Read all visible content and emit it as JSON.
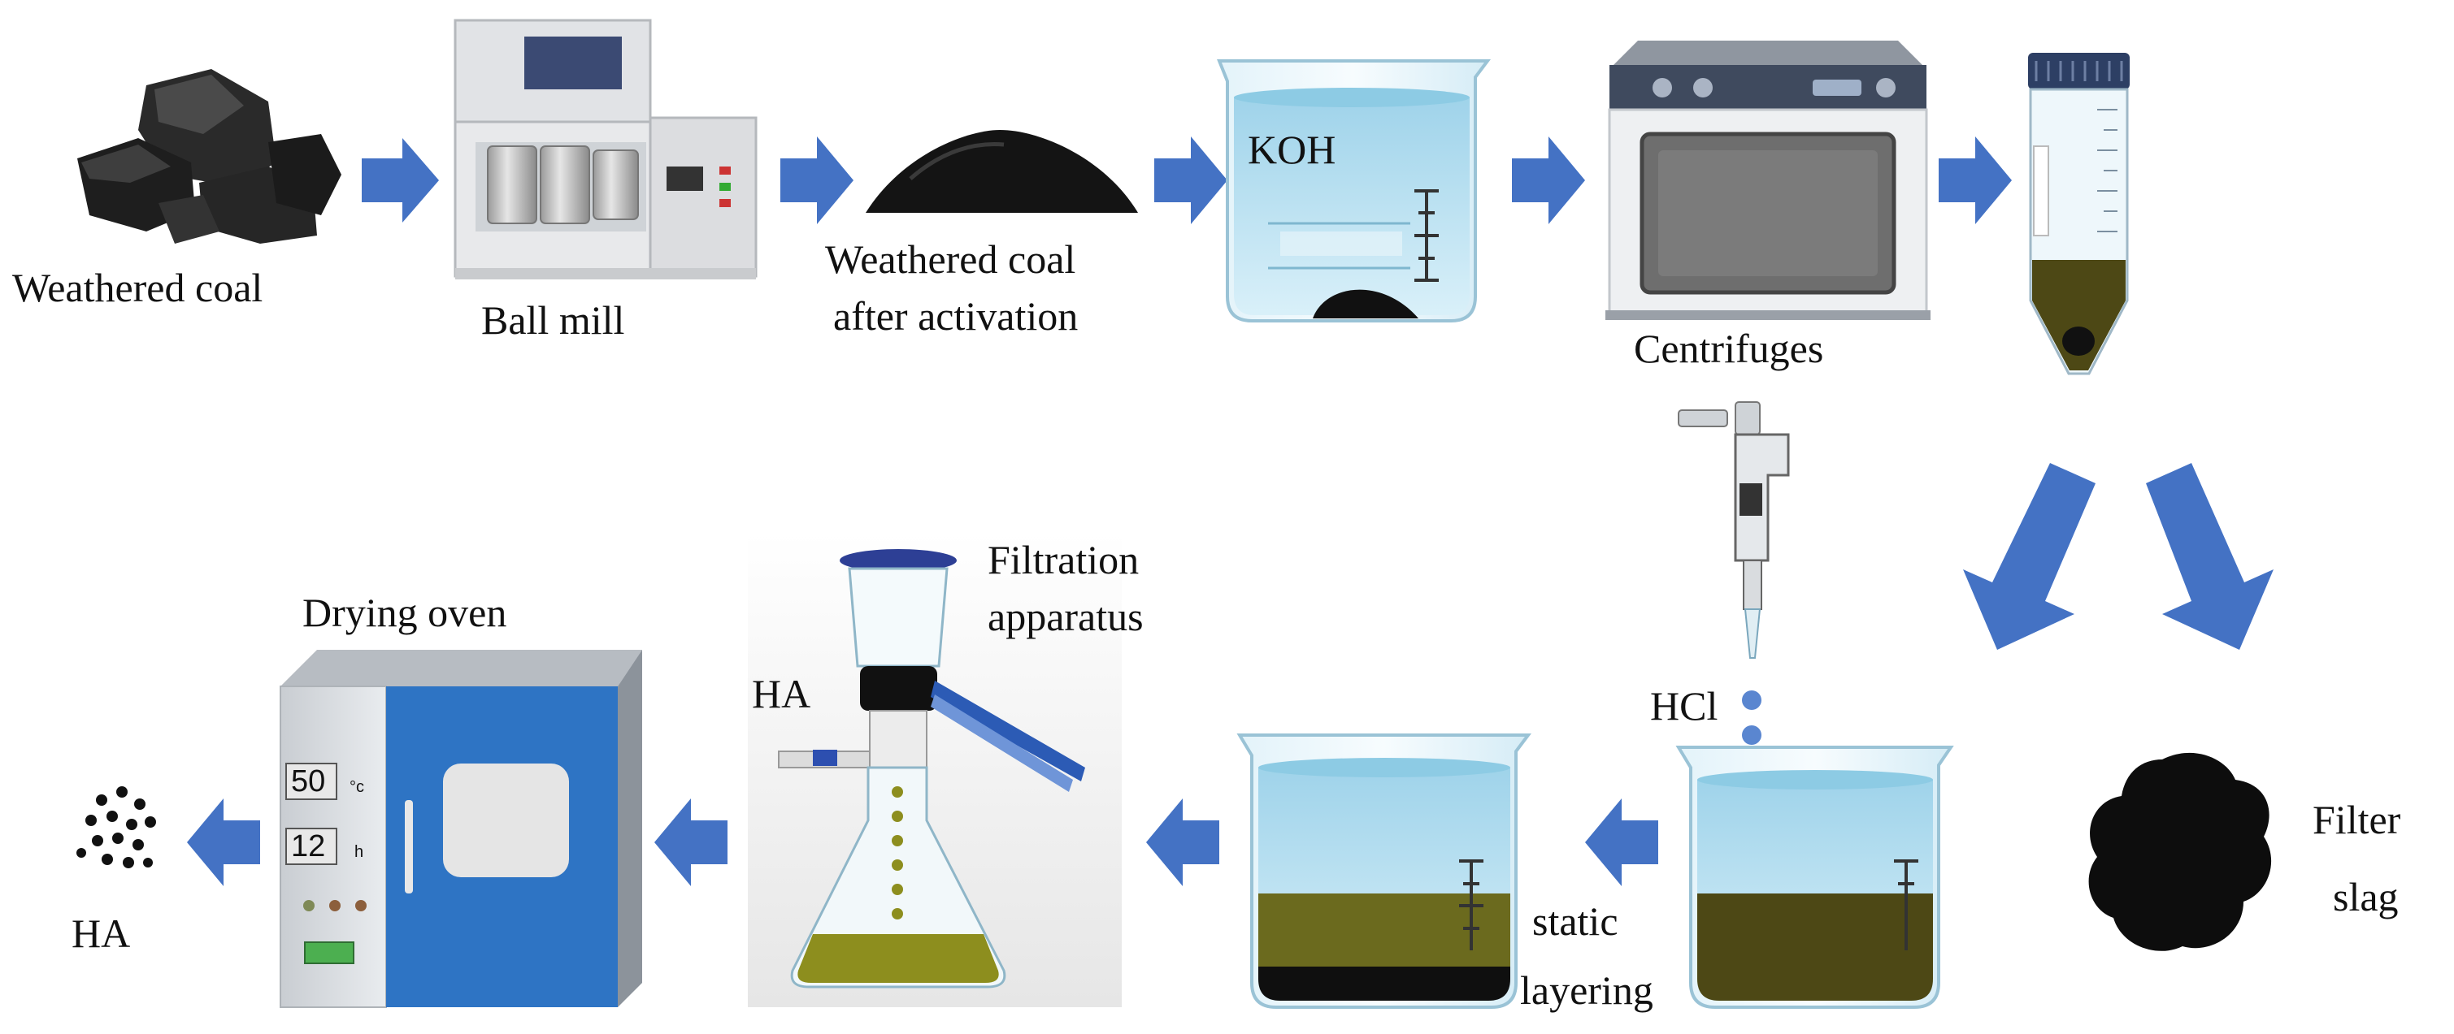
{
  "labels": {
    "weathered_coal": "Weathered coal",
    "ball_mill": "Ball mill",
    "coal_activated_line1": "Weathered coal",
    "coal_activated_line2": "after activation",
    "koh": "KOH",
    "centrifuges": "Centrifuges",
    "hcl": "HCl",
    "filter_slag_line1": "Filter",
    "filter_slag_line2": "slag",
    "static_layering_line1": "static",
    "static_layering_line2": "layering",
    "filtration_line1": "Filtration",
    "filtration_line2": "apparatus",
    "filtration_ha": "HA",
    "drying_oven": "Drying oven",
    "oven_temp_value": "50",
    "oven_temp_unit": "°c",
    "oven_time_value": "12",
    "oven_time_unit": "h",
    "final_product": "HA"
  },
  "colors": {
    "arrow": "#4472c4",
    "liquid_brown": "#4d4815",
    "liquid_olive": "#8d8e1e",
    "beaker_water": "#bfe3f2",
    "oven_blue": "#2e74c4",
    "coal": "#1a1a1a"
  }
}
